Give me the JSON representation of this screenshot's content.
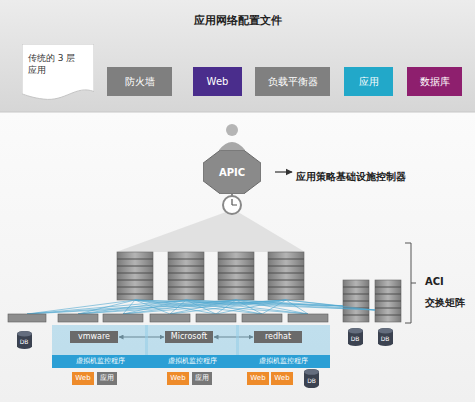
{
  "diagram": {
    "title": "应用网络配置文件",
    "nodes": [
      {
        "text": [
          "传统的 3 层 应用"
        ]
      },
      {
        "text": [
          "防火墙"
        ]
      },
      {
        "text": [
          "Web"
        ]
      },
      {
        "text": [
          "负载平衡器"
        ]
      },
      {
        "text": [
          "应用"
        ]
      },
      {
        "text": [
          "数据库"
        ]
      },
      {
        "text": [
          "APIC"
        ]
      },
      {
        "text": [
          "DB"
        ]
      },
      {
        "text": [
          "虚拟机监控程序"
        ]
      },
      {
        "text": [
          "vmware"
        ],
        "in": 8
      },
      {
        "text": [
          "虚拟机监控程序"
        ]
      },
      {
        "text": [
          "Microsoft"
        ],
        "in": 10
      },
      {
        "text": [
          "虚拟机监控程序"
        ]
      },
      {
        "text": [
          "redhat"
        ],
        "in": 12
      },
      {
        "text": [
          "DB"
        ]
      },
      {
        "text": [
          "DB"
        ]
      },
      {
        "text": [
          "Web"
        ]
      },
      {
        "text": [
          "应用"
        ]
      },
      {
        "text": [
          "Web"
        ]
      },
      {
        "text": [
          "应用"
        ]
      },
      {
        "text": [
          "Web"
        ]
      },
      {
        "text": [
          "Web"
        ]
      },
      {
        "text": [
          "DB"
        ]
      }
    ],
    "edges": [
      {
        "from": 9,
        "to": 11,
        "arrow": "both"
      },
      {
        "from": 11,
        "to": 13,
        "arrow": "both"
      }
    ],
    "labels": [
      "应用策略基础设施控制器",
      "ACI 交换矩阵"
    ]
  }
}
